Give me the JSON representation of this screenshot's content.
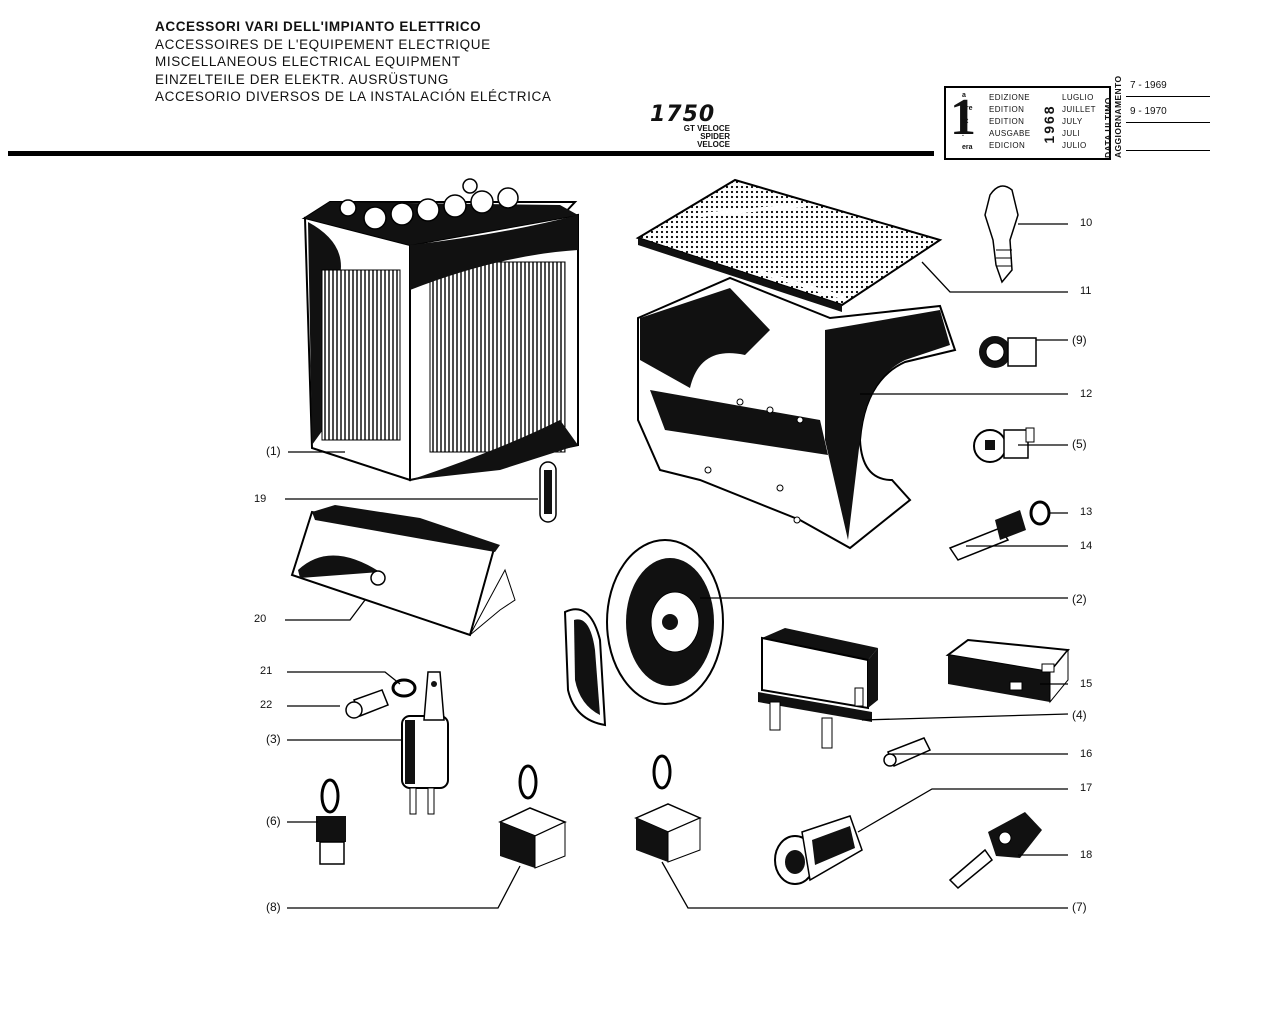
{
  "header": {
    "titles": [
      "ACCESSORI VARI DELL'IMPIANTO ELETTRICO",
      "ACCESSOIRES DE L'EQUIPEMENT ELECTRIQUE",
      "MISCELLANEOUS ELECTRICAL EQUIPMENT",
      "EINZELTEILE DER ELEKTR. AUSRÜSTUNG",
      "ACCESORIO DIVERSOS DE LA INSTALACIÓN ELÉCTRICA"
    ],
    "model": "1750",
    "variants": [
      "GT VELOCE",
      "SPIDER VELOCE"
    ]
  },
  "edition": {
    "number": "1",
    "suffixes": [
      "a",
      "ere",
      "st",
      ".",
      "era"
    ],
    "labels": [
      "EDIZIONE",
      "EDITION",
      "EDITION",
      "AUSGABE",
      "EDICION"
    ],
    "year": "1968",
    "months": [
      "LUGLIO",
      "JUILLET",
      "JULY",
      "JULI",
      "JULIO"
    ]
  },
  "updates": {
    "vertical_label_1": "DATA ULTIMO",
    "vertical_label_2": "AGGIORNAMENTO",
    "dates": [
      "7 - 1969",
      "9 - 1970",
      ""
    ]
  },
  "callouts": {
    "c1": "(1)",
    "c2": "(2)",
    "c3": "(3)",
    "c4": "(4)",
    "c5": "(5)",
    "c6": "(6)",
    "c7": "(7)",
    "c8": "(8)",
    "c9": "(9)",
    "c10": "10",
    "c11": "11",
    "c12": "12",
    "c13": "13",
    "c14": "14",
    "c15": "15",
    "c16": "16",
    "c17": "17",
    "c18": "18",
    "c19": "19",
    "c20": "20",
    "c21": "21",
    "c22": "22"
  }
}
